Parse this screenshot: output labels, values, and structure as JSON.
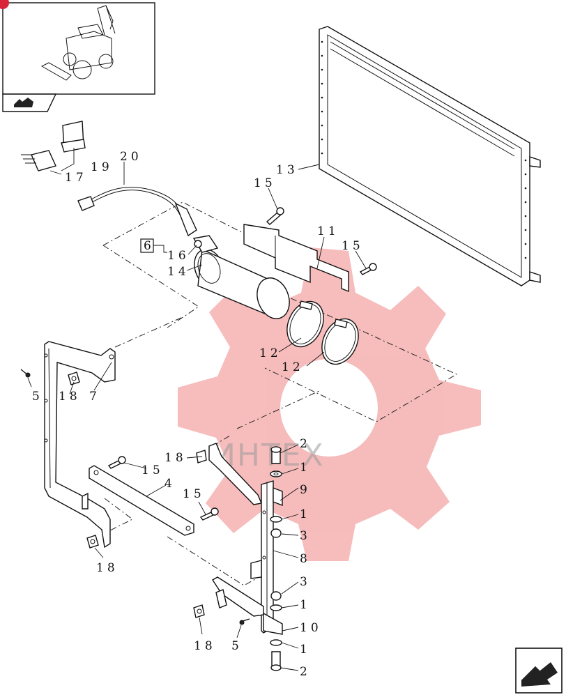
{
  "diagram": {
    "ref_box_label": "6",
    "callouts": {
      "c13": "13",
      "c15a": "15",
      "c11": "11",
      "c15b": "15",
      "c19": "19",
      "c20": "20",
      "c17": "17",
      "c16": "16",
      "c14": "14",
      "c12a": "12",
      "c12b": "12",
      "c5a": "5",
      "c18a": "18",
      "c7": "7",
      "c2a": "2",
      "c18b": "18",
      "c1a": "1",
      "c15c": "15",
      "c4": "4",
      "c9": "9",
      "c15d": "15",
      "c1b": "1",
      "c3a": "3",
      "c8": "8",
      "c18c": "18",
      "c3b": "3",
      "c1c": "1",
      "c10": "10",
      "c18d": "18",
      "c5b": "5",
      "c1d": "1",
      "c2b": "2"
    },
    "watermark": "ИНТЕХ",
    "colors": {
      "watermark_gear": "#f4a6a6",
      "corner_mark": "#d8253a",
      "line": "#111111"
    },
    "icons": [
      "machine-thumbnail-icon",
      "previous-page-arrow-icon",
      "next-page-arrow-icon"
    ]
  }
}
